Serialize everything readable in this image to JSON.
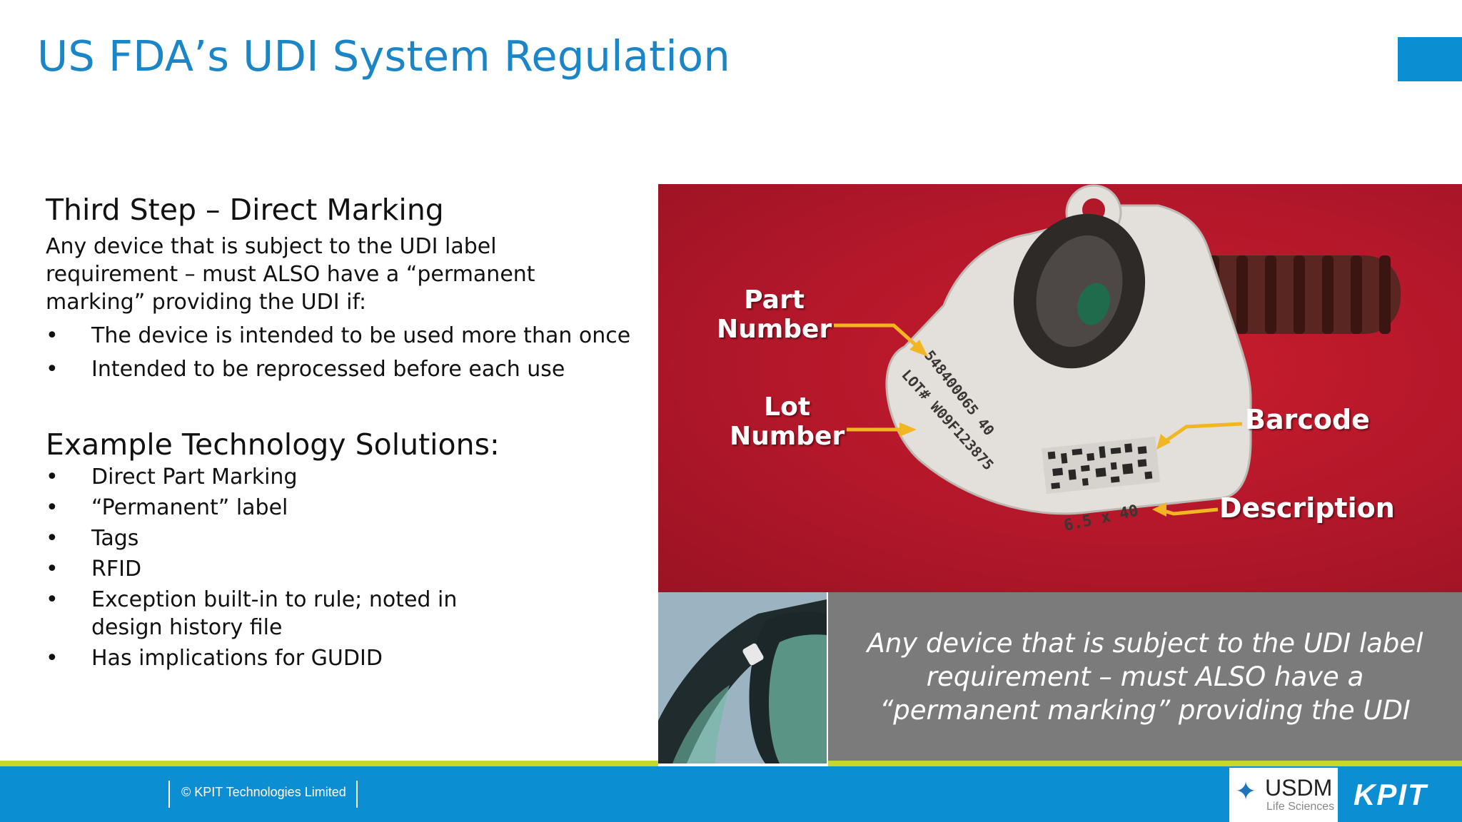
{
  "slide": {
    "title": "US FDA’s UDI System Regulation"
  },
  "section1": {
    "heading": "Third Step – Direct Marking",
    "paragraph": "Any device that is subject to the UDI label requirement – must ALSO have a “permanent marking” providing the UDI if:",
    "bullets": [
      "The device is intended to be used more than once",
      "Intended to be reprocessed before each use"
    ]
  },
  "section2": {
    "heading": "Example Technology Solutions:",
    "bullets": [
      "Direct Part Marking",
      "“Permanent” label",
      "Tags",
      "RFID",
      "Exception built-in to rule; noted in design history file",
      "Has implications for GUDID"
    ]
  },
  "device_photo": {
    "label_part_line1": "Part",
    "label_part_line2": "Number",
    "label_lot_line1": "Lot",
    "label_lot_line2": "Number",
    "label_barcode": "Barcode",
    "label_description": "Description",
    "engraved_part": "548400065 40",
    "engraved_lot": "LOT# W09F123875",
    "engraved_size": "6.5 x 40"
  },
  "callout": {
    "text": "Any device that is subject to the UDI label requirement – must ALSO have a “permanent marking” providing the UDI"
  },
  "footer": {
    "copyright": "© KPIT Technologies Limited",
    "usdm_name": "USDM",
    "usdm_sub": "Life Sciences",
    "kpit_logo": "KPIT"
  },
  "bullet_glyph": "•",
  "colors": {
    "title": "#1a86c7",
    "footer_blue": "#0b8ed2",
    "accent_green": "#c4d82e",
    "photo_red": "#b2172a",
    "callout_gray": "#7b7b7b"
  }
}
